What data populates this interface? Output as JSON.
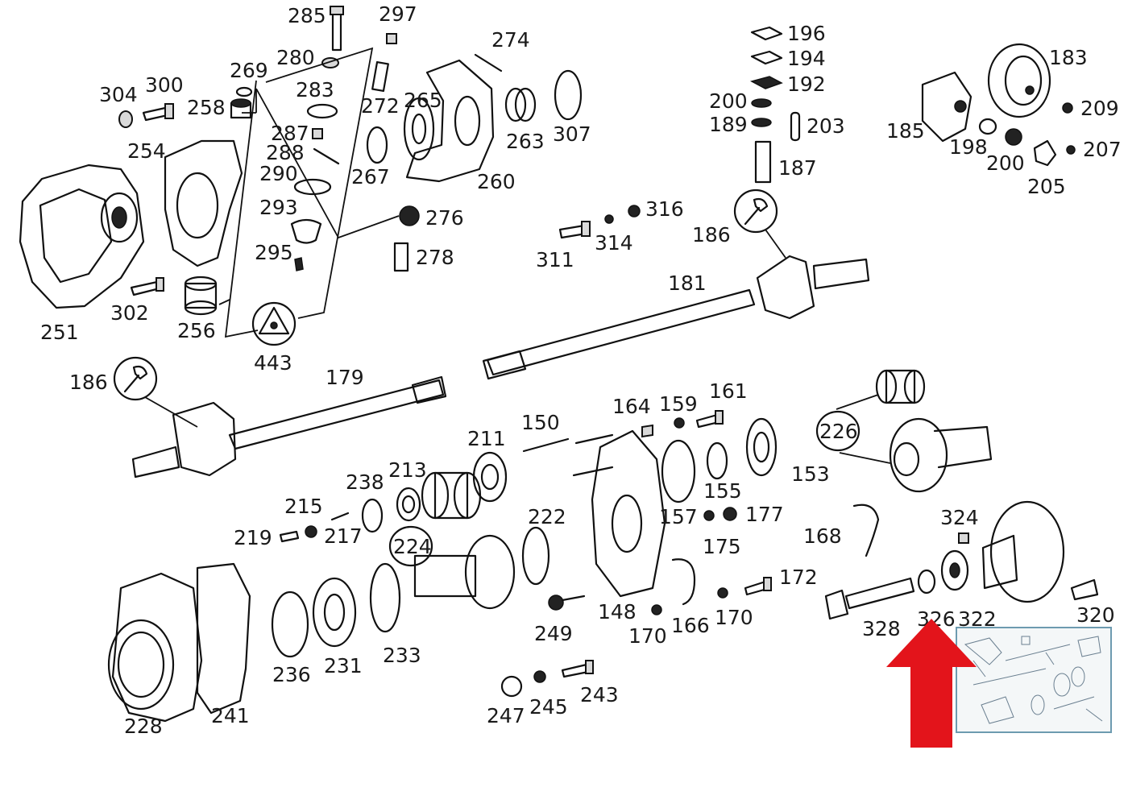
{
  "colors": {
    "ink": "#111111",
    "arrow": "#e3141b",
    "thumb_border": "#6d9bb0",
    "background": "#ffffff"
  },
  "icons": {
    "wrench": "wrench-icon",
    "triangle_tool": "triangle-tool-icon",
    "pointer": "red-up-arrow-icon"
  },
  "labels": {
    "p285": "285",
    "p297": "297",
    "p274": "274",
    "p280": "280",
    "p269": "269",
    "p283": "283",
    "p304": "304",
    "p300": "300",
    "p258": "258",
    "p272": "272",
    "p265": "265",
    "p263": "263",
    "p307": "307",
    "p287": "287",
    "p288": "288",
    "p254": "254",
    "p290": "290",
    "p267": "267",
    "p260": "260",
    "p293": "293",
    "p276": "276",
    "p295": "295",
    "p278": "278",
    "p302": "302",
    "p251": "251",
    "p256": "256",
    "p443": "443",
    "p196": "196",
    "p194": "194",
    "p192": "192",
    "p200a": "200",
    "p189": "189",
    "p203": "203",
    "p187": "187",
    "p183": "183",
    "p209": "209",
    "p185": "185",
    "p198": "198",
    "p200b": "200",
    "p207": "207",
    "p205": "205",
    "p316": "316",
    "p311": "311",
    "p314": "314",
    "p186a": "186",
    "p181": "181",
    "p186b": "186",
    "p179": "179",
    "p164": "164",
    "p159": "159",
    "p161": "161",
    "p226": "226",
    "p150": "150",
    "p211": "211",
    "p153": "153",
    "p238": "238",
    "p213": "213",
    "p155": "155",
    "p215": "215",
    "p157": "157",
    "p177": "177",
    "p222": "222",
    "p324": "324",
    "p219": "219",
    "p217": "217",
    "p224": "224",
    "p175": "175",
    "p168": "168",
    "p172": "172",
    "p249": "249",
    "p148": "148",
    "p170a": "170",
    "p166": "166",
    "p170b": "170",
    "p328": "328",
    "p326": "326",
    "p322": "322",
    "p320": "320",
    "p236": "236",
    "p231": "231",
    "p233": "233",
    "p243": "243",
    "p247": "247",
    "p245": "245",
    "p228": "228",
    "p241": "241"
  }
}
